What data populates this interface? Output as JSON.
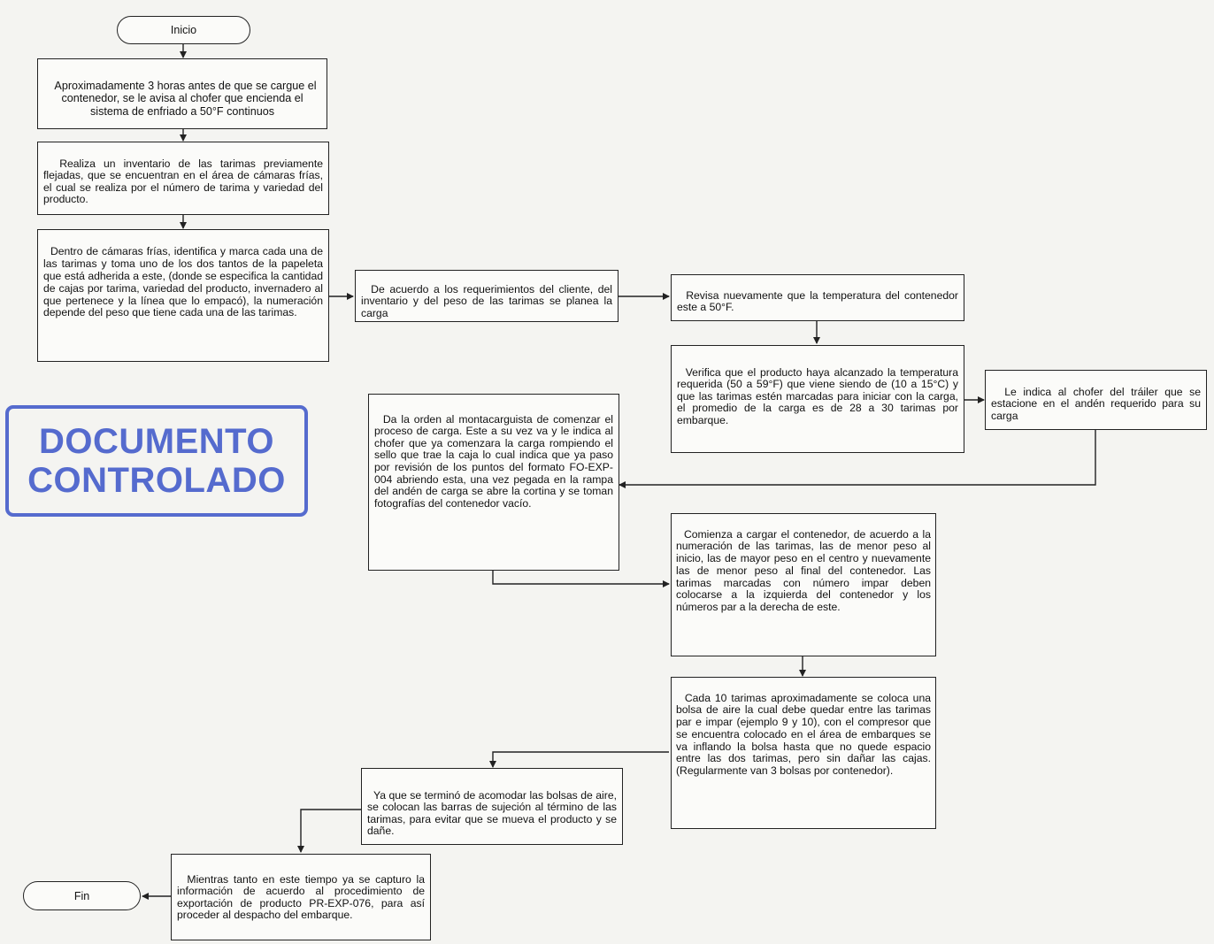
{
  "flowchart": {
    "start": "Inicio",
    "end": "Fin",
    "steps": [
      "Aproximadamente 3 horas antes de que se cargue el contenedor, se le avisa al chofer que encienda el sistema de enfriado a 50°F continuos",
      "Realiza un inventario de las tarimas previamente flejadas, que se encuentran en el área de cámaras frías, el cual se realiza por el número de tarima y variedad del producto.",
      "Dentro de cámaras frías, identifica y marca cada una de las tarimas y toma uno de los dos tantos de la papeleta que está adherida a este, (donde se especifica la cantidad de cajas por tarima, variedad del producto, invernadero al que pertenece y la línea que lo empacó), la numeración depende del peso que tiene cada una de las tarimas.",
      "De acuerdo a los requerimientos del cliente, del inventario y del peso de las tarimas se planea la carga",
      "Revisa nuevamente que la temperatura del contenedor este a 50°F.",
      "Verifica que el producto haya alcanzado la temperatura requerida (50 a 59°F) que viene siendo de (10 a 15°C) y que las tarimas estén marcadas para iniciar con la carga, el promedio de la carga es de 28 a 30 tarimas por embarque.",
      "Le indica al chofer del tráiler que se estacione en el andén requerido para su carga",
      "Da la orden al montacarguista de comenzar el proceso de carga. Este a su vez va y le indica al chofer que ya comenzara la carga rompiendo el sello que trae la caja lo cual indica que ya paso por revisión de los puntos del formato FO-EXP-004 abriendo esta, una vez pegada en la rampa del andén de carga se abre la cortina y se toman fotografías del contenedor vacío.",
      "Comienza a cargar el contenedor, de acuerdo a la numeración de las tarimas, las de menor peso al inicio, las de mayor peso en el centro y nuevamente las de menor peso al final del contenedor. Las tarimas marcadas con número impar deben colocarse a la izquierda del contenedor y los números par a la derecha de este.",
      "Cada 10 tarimas aproximadamente se coloca una bolsa de aire la cual debe quedar entre las tarimas par e impar (ejemplo 9 y 10), con el compresor que se encuentra colocado en el área de embarques se va inflando la bolsa hasta que no quede espacio entre las dos tarimas, pero sin dañar las cajas. (Regularmente van 3 bolsas por contenedor).",
      "Ya que se terminó de acomodar las bolsas de aire, se colocan las barras de sujeción al término de las tarimas, para evitar que se mueva el producto y se dañe.",
      "Mientras tanto en este tiempo ya se capturo la información de acuerdo al procedimiento de exportación de producto PR-EXP-076, para así proceder al despacho del embarque."
    ]
  },
  "stamp": {
    "line1": "DOCUMENTO",
    "line2": "CONTROLADO",
    "color": "#3a54c9"
  }
}
